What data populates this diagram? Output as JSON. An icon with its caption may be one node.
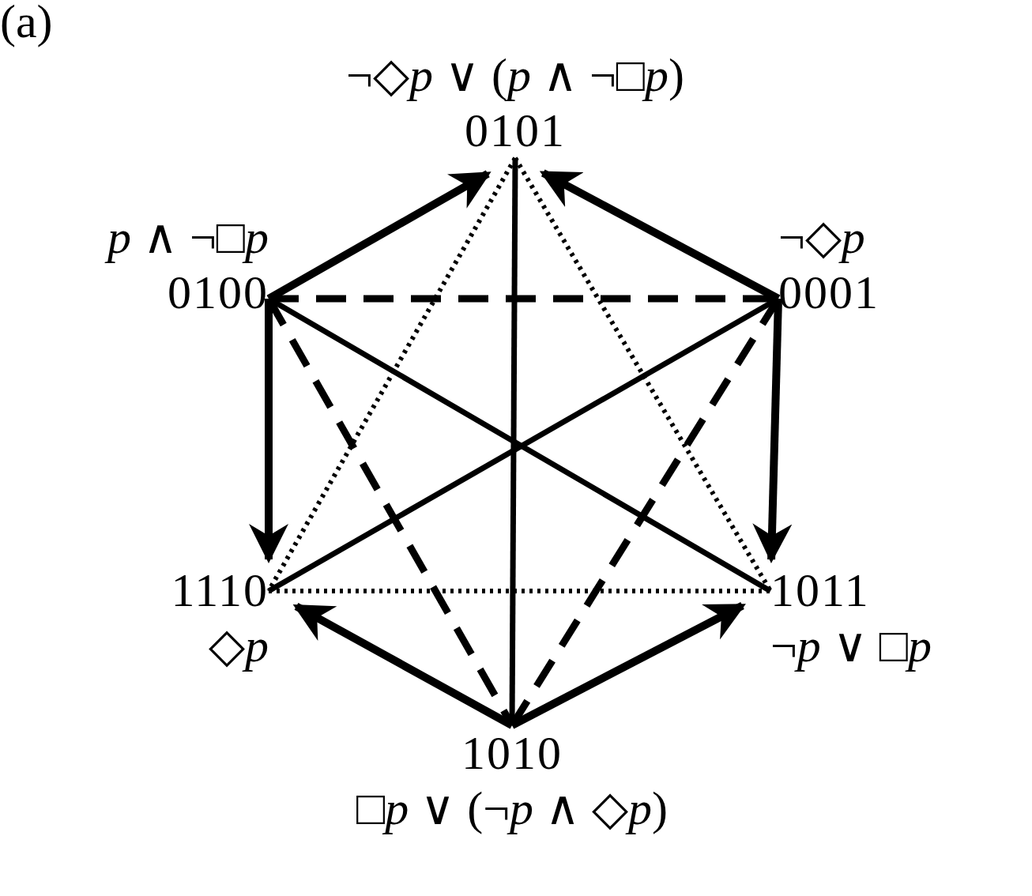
{
  "diagram": {
    "nodes": [
      {
        "text": [
          "¬◇*p* ∨ (*p* ∧ ¬□*p*)",
          "0101"
        ]
      },
      {
        "text": [
          "*p* ∧ ¬□*p*",
          "0100"
        ]
      },
      {
        "text": [
          "¬◇*p*",
          "0001"
        ]
      },
      {
        "text": [
          "1110",
          "◇*p*"
        ]
      },
      {
        "text": [
          "1011",
          "¬*p* ∨ □*p*"
        ]
      },
      {
        "text": [
          "1010",
          "□*p* ∨ (¬*p* ∧ ◇*p*)"
        ]
      }
    ],
    "edges": [
      {
        "from": 1,
        "to": 0,
        "arrow": "to"
      },
      {
        "from": 2,
        "to": 0,
        "arrow": "to"
      },
      {
        "from": 1,
        "to": 3,
        "arrow": "to"
      },
      {
        "from": 2,
        "to": 4,
        "arrow": "to"
      },
      {
        "from": 5,
        "to": 3,
        "arrow": "to"
      },
      {
        "from": 5,
        "to": 4,
        "arrow": "to"
      },
      {
        "from": 0,
        "to": 5,
        "arrow": "none"
      },
      {
        "from": 1,
        "to": 4,
        "arrow": "none"
      },
      {
        "from": 2,
        "to": 3,
        "arrow": "none"
      },
      {
        "from": 1,
        "to": 2,
        "arrow": "none",
        "style": "dashed"
      },
      {
        "from": 1,
        "to": 5,
        "arrow": "none",
        "style": "dashed"
      },
      {
        "from": 2,
        "to": 5,
        "arrow": "none",
        "style": "dashed"
      },
      {
        "from": 0,
        "to": 3,
        "arrow": "none",
        "style": "dashed"
      },
      {
        "from": 0,
        "to": 4,
        "arrow": "none",
        "style": "dashed"
      },
      {
        "from": 3,
        "to": 4,
        "arrow": "none",
        "style": "dashed"
      }
    ],
    "labels": [
      "(a)"
    ]
  }
}
